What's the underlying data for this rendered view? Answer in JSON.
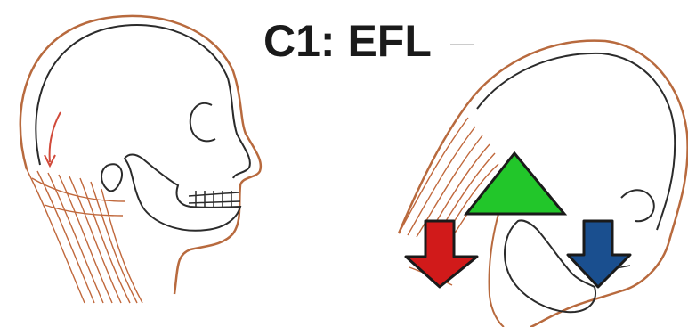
{
  "title": "C1: EFL",
  "colors": {
    "outline": "#b86a3e",
    "bone_line": "#2b2b2b",
    "fulcrum": "#22c62a",
    "down_arrow_left": "#d11a1a",
    "down_arrow_right": "#1a4f8f"
  },
  "figures": [
    {
      "name": "neutral-head-profile",
      "description_icon": "skull-with-neck-muscles"
    },
    {
      "name": "flexed-head-profile",
      "description_icon": "skull-flexed-forward"
    }
  ],
  "markers": [
    {
      "name": "fulcrum",
      "shape": "triangle"
    },
    {
      "name": "posterior-force",
      "shape": "down-arrow"
    },
    {
      "name": "anterior-force",
      "shape": "down-arrow"
    }
  ]
}
